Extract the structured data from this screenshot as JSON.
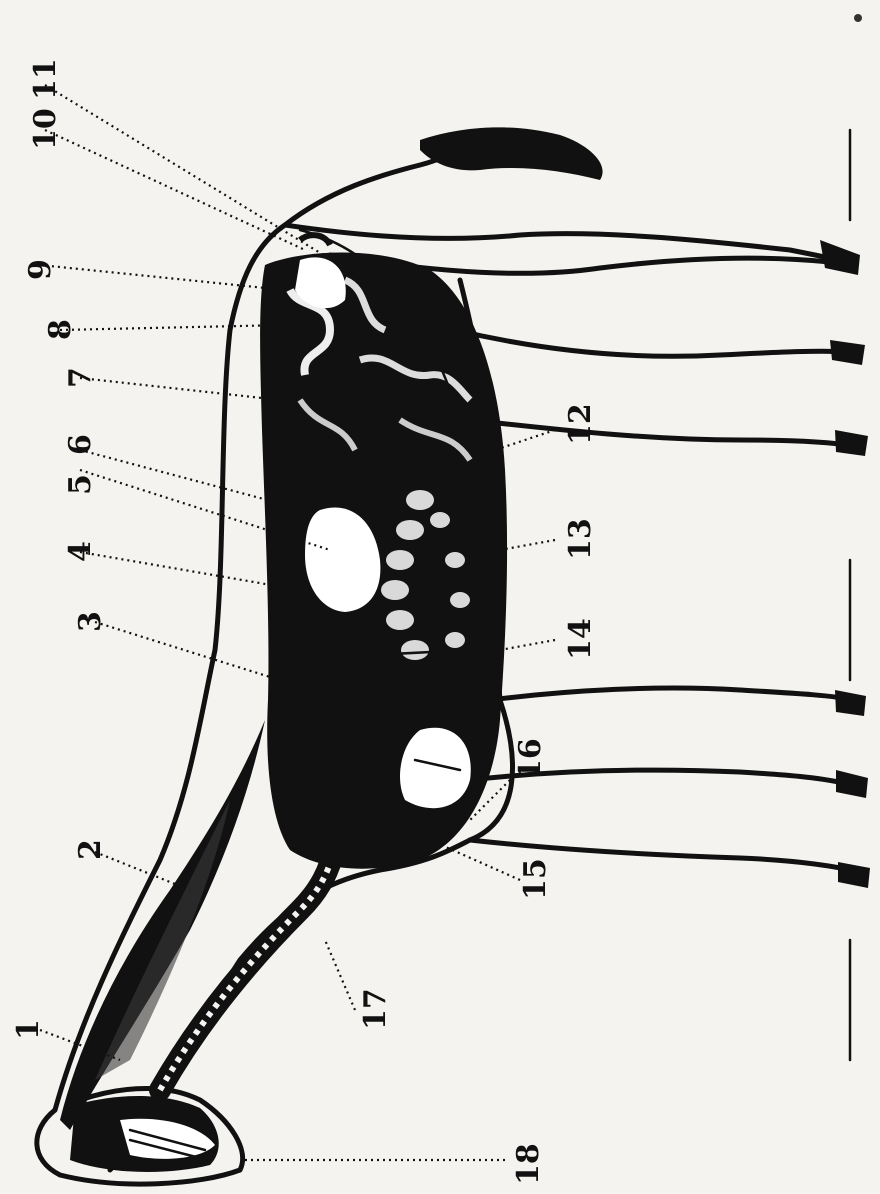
{
  "figure": {
    "labels": [
      {
        "id": "1",
        "text": "1"
      },
      {
        "id": "2",
        "text": "2"
      },
      {
        "id": "3",
        "text": "3"
      },
      {
        "id": "4",
        "text": "4"
      },
      {
        "id": "5",
        "text": "5"
      },
      {
        "id": "6",
        "text": "6"
      },
      {
        "id": "7",
        "text": "7"
      },
      {
        "id": "8",
        "text": "8"
      },
      {
        "id": "9",
        "text": "9"
      },
      {
        "id": "10",
        "text": "10"
      },
      {
        "id": "11",
        "text": "11"
      },
      {
        "id": "12",
        "text": "12"
      },
      {
        "id": "13",
        "text": "13"
      },
      {
        "id": "14",
        "text": "14"
      },
      {
        "id": "15",
        "text": "15"
      },
      {
        "id": "16",
        "text": "16"
      },
      {
        "id": "17",
        "text": "17"
      },
      {
        "id": "18",
        "text": "18"
      }
    ]
  }
}
